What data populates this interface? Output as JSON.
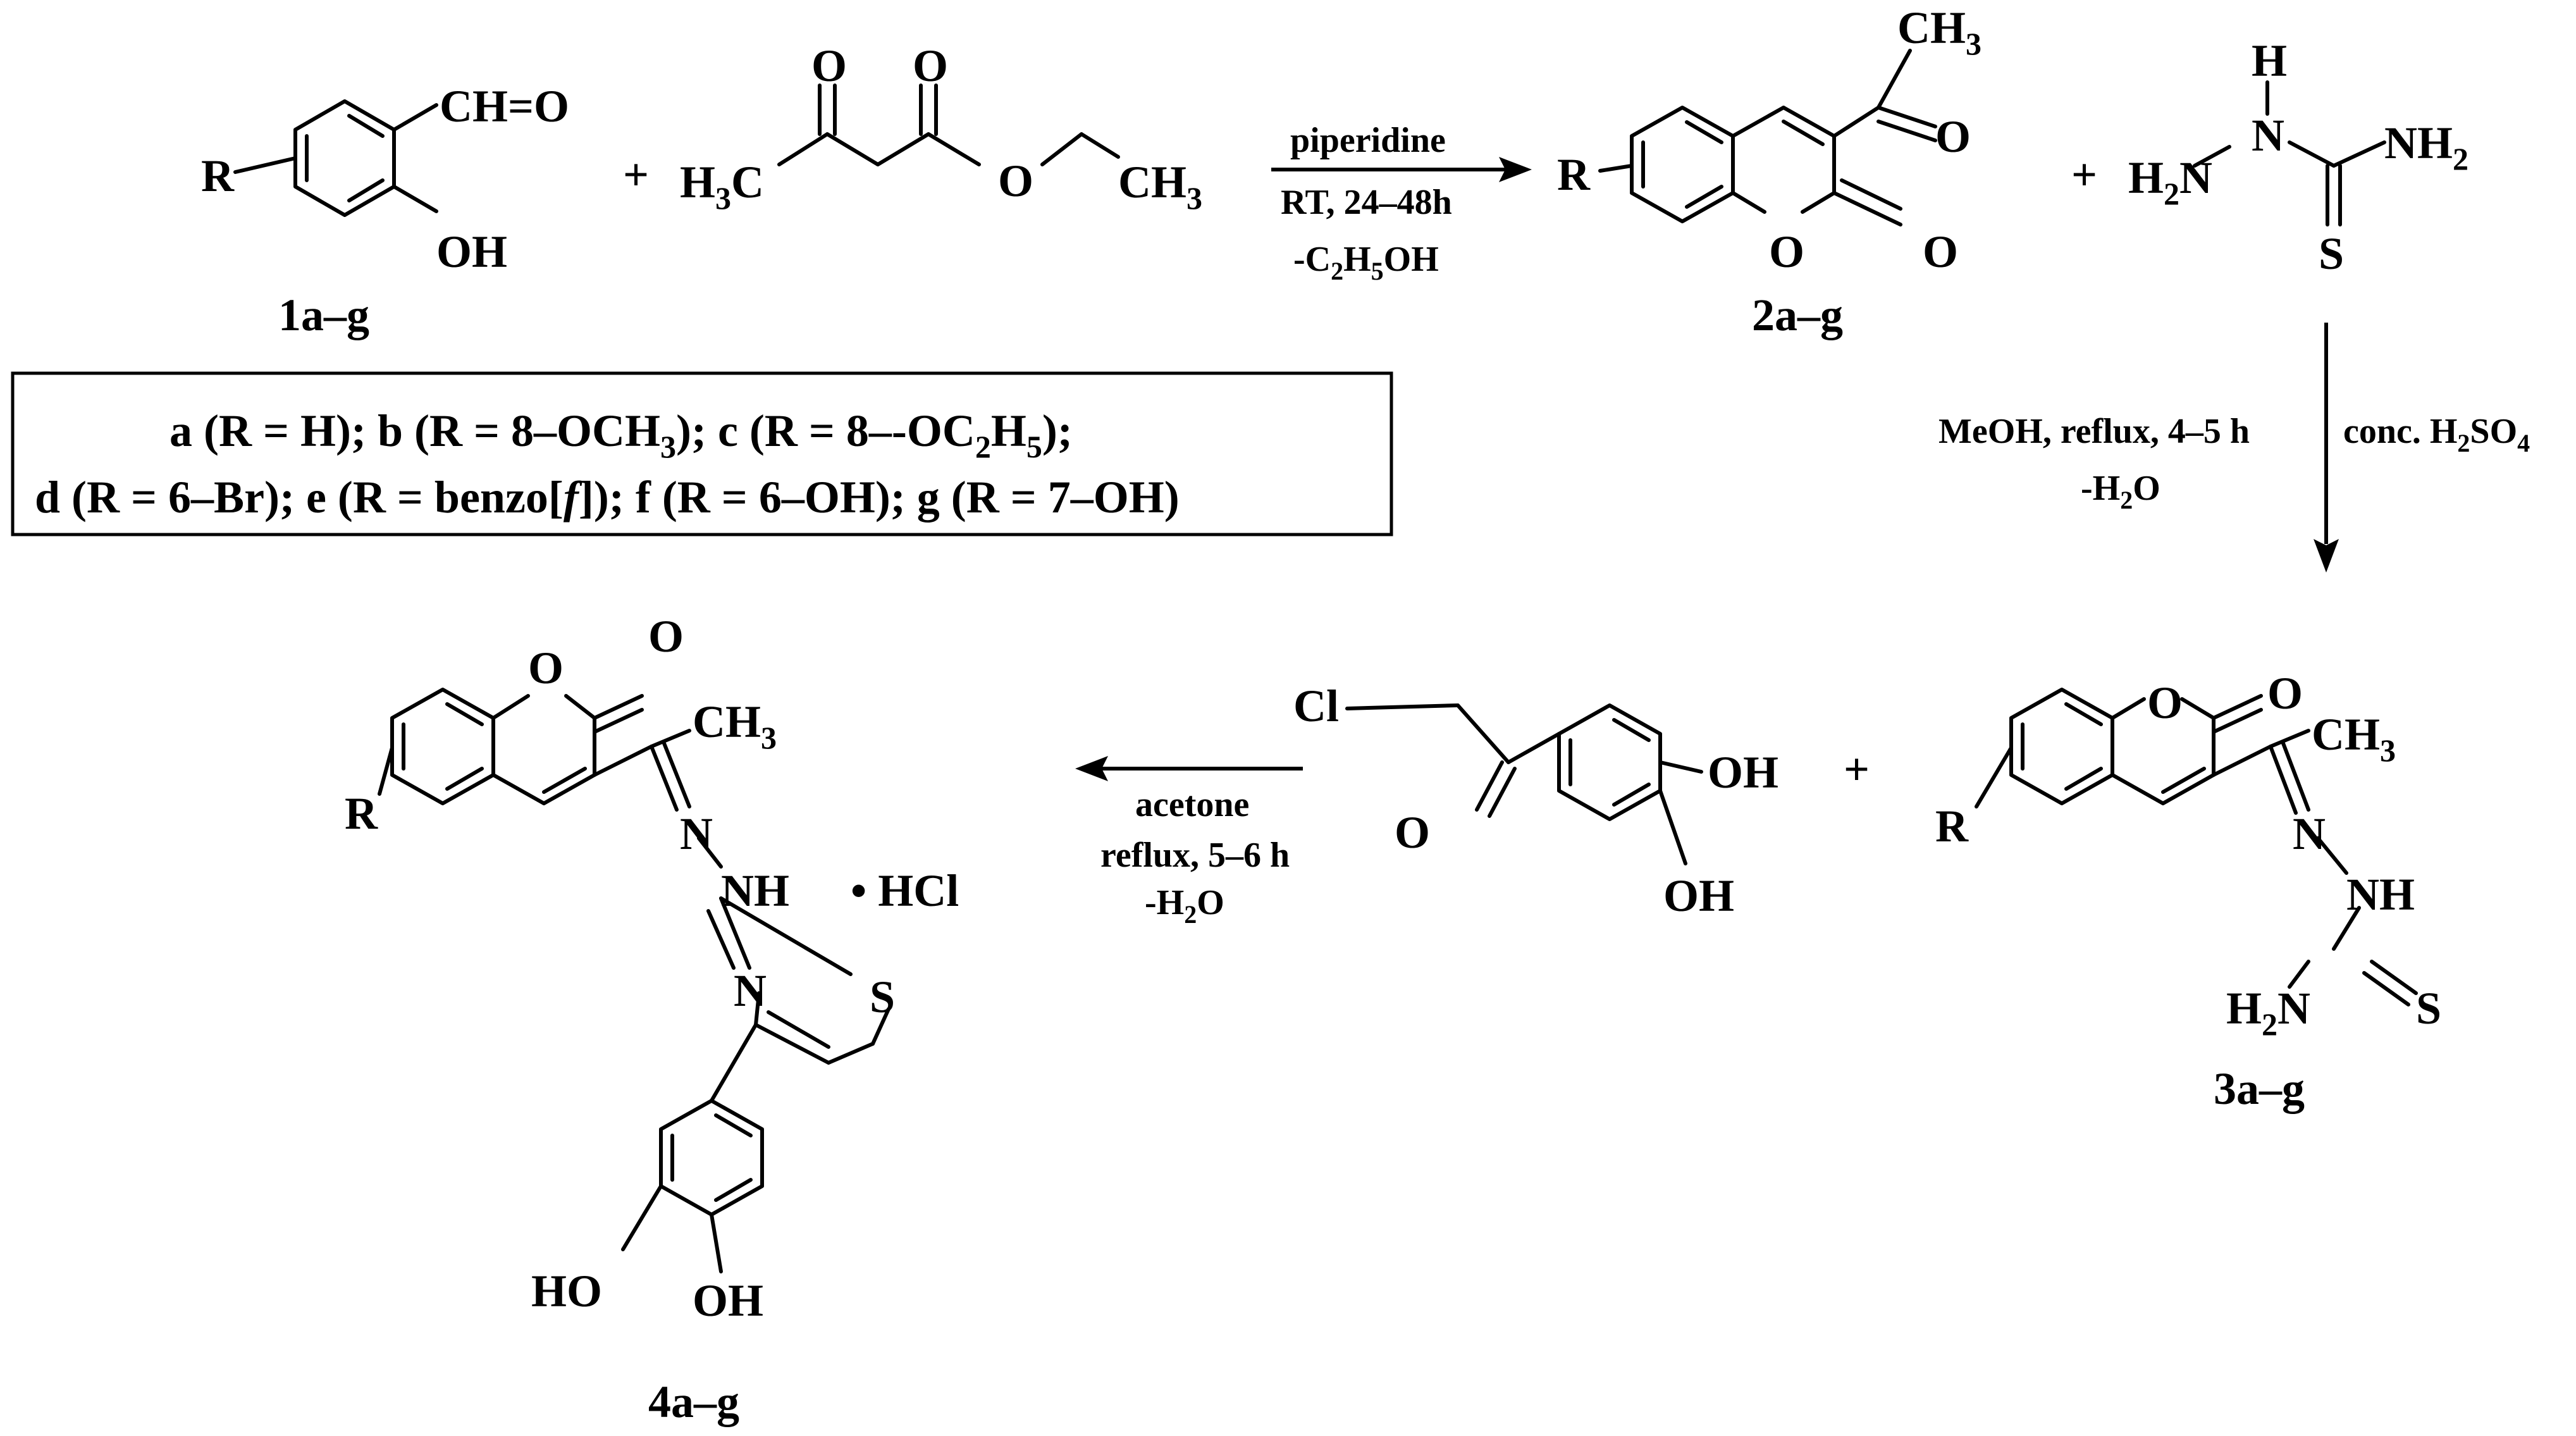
{
  "compounds": {
    "c1": {
      "name": "1a–g",
      "substituent": "R",
      "aldehyde": "CH=O",
      "hydroxyl": "OH"
    },
    "eaa": {
      "o_keto": "O",
      "o_ester": "O",
      "o_ether": "O",
      "methyl_left": "H",
      "methyl_left_sub": "3",
      "methyl_left_c": "C",
      "methyl_right": "CH",
      "methyl_right_sub": "3"
    },
    "c2": {
      "name": "2a–g",
      "substituent": "R",
      "acetyl_ch": "CH",
      "acetyl_sub": "3",
      "acetyl_o": "O",
      "ring_o": "O",
      "lactone_o": "O"
    },
    "tsc": {
      "h": "H",
      "n_left": "N",
      "h2_left": "H",
      "h2_left_sub": "2",
      "n_right_top": "N",
      "nh2_right": "NH",
      "nh2_right_sub": "2",
      "s": "S"
    },
    "c3": {
      "name": "3a–g",
      "substituent": "R",
      "ring_o": "O",
      "lactone_o": "O",
      "ch": "CH",
      "ch_sub": "3",
      "n": "N",
      "nh": "NH",
      "h2": "H",
      "h2_sub": "2",
      "n2": "N",
      "s": "S"
    },
    "cl_ketone": {
      "cl": "Cl",
      "o": "O",
      "oh1": "OH",
      "oh2": "OH"
    },
    "c4": {
      "name": "4a–g",
      "substituent": "R",
      "ring_o": "O",
      "lactone_o": "O",
      "ch": "CH",
      "ch_sub": "3",
      "n": "N",
      "nh": "NH",
      "hcl": "• HCl",
      "thz_n": "N",
      "thz_s": "S",
      "ho": "HO",
      "oh": "OH"
    }
  },
  "plus_signs": [
    "+",
    "+",
    "+"
  ],
  "conditions": {
    "step1": {
      "reagent": "piperidine",
      "temp_time": "RT, 24–48h",
      "byproduct_pre": "-C",
      "byproduct_sub1": "2",
      "byproduct_mid": "H",
      "byproduct_sub2": "5",
      "byproduct_post": "OH"
    },
    "step2": {
      "left_line1": "MeOH, reflux, 4–5 h",
      "left_line2_pre": "-H",
      "left_line2_sub": "2",
      "left_line2_post": "O",
      "right_pre": "conc. H",
      "right_sub1": "2",
      "right_mid": "SO",
      "right_sub2": "4"
    },
    "step3": {
      "line1": "acetone",
      "line2": "reflux, 5–6 h",
      "line3_pre": "-H",
      "line3_sub": "2",
      "line3_post": "O"
    }
  },
  "legend": {
    "line1": [
      {
        "t": "a (R = H); b (R = 8–OCH"
      },
      {
        "t": "3",
        "sub": true
      },
      {
        "t": "); c (R = 8–-OC"
      },
      {
        "t": "2",
        "sub": true
      },
      {
        "t": "H"
      },
      {
        "t": "5",
        "sub": true
      },
      {
        "t": ");"
      }
    ],
    "line2": [
      {
        "t": "d (R = 6–Br); e (R = benzo["
      },
      {
        "t": "f",
        "ital": true
      },
      {
        "t": "]); f (R = 6–OH); g (R = 7–OH)"
      }
    ]
  }
}
